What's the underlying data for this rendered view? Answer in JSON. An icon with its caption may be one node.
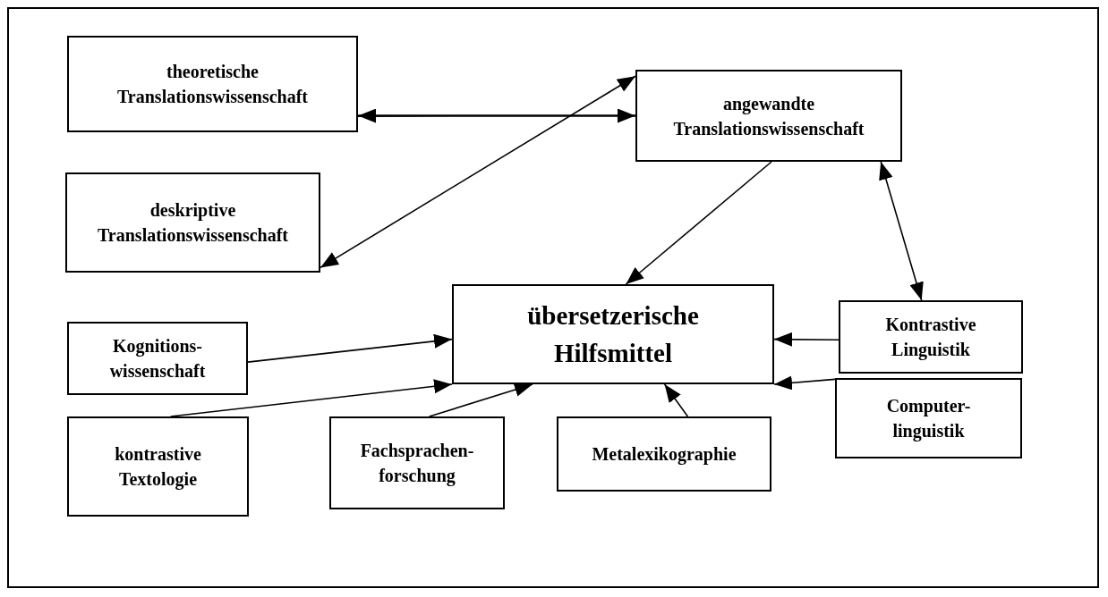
{
  "diagram": {
    "nodes": [
      {
        "text": [
          "theoretische Translationswissenschaft"
        ]
      },
      {
        "text": [
          "angewandte Translationswissenschaft"
        ]
      },
      {
        "text": [
          "deskriptive Translationswissenschaft"
        ]
      },
      {
        "text": [
          "übersetzerische Hilfsmittel"
        ]
      },
      {
        "text": [
          "Kognitions-wissenschaft"
        ]
      },
      {
        "text": [
          "Kontrastive Linguistik"
        ]
      },
      {
        "text": [
          "kontrastive Textologie"
        ]
      },
      {
        "text": [
          "Fachsprachen-forschung"
        ]
      },
      {
        "text": [
          "Metalexikographie"
        ]
      },
      {
        "text": [
          "Computer-linguistik"
        ]
      }
    ],
    "edges": [
      {
        "from": 0,
        "to": 1,
        "arrow": "both"
      },
      {
        "from": 1,
        "to": 2,
        "arrow": "both"
      },
      {
        "from": 1,
        "to": 3,
        "arrow": "to"
      },
      {
        "from": 1,
        "to": 5,
        "arrow": "both"
      },
      {
        "from": 5,
        "to": 3,
        "arrow": "to"
      },
      {
        "from": 4,
        "to": 3,
        "arrow": "to"
      },
      {
        "from": 6,
        "to": 3,
        "arrow": "to"
      },
      {
        "from": 7,
        "to": 3,
        "arrow": "to"
      },
      {
        "from": 8,
        "to": 3,
        "arrow": "to"
      },
      {
        "from": 9,
        "to": 3,
        "arrow": "to"
      }
    ]
  }
}
